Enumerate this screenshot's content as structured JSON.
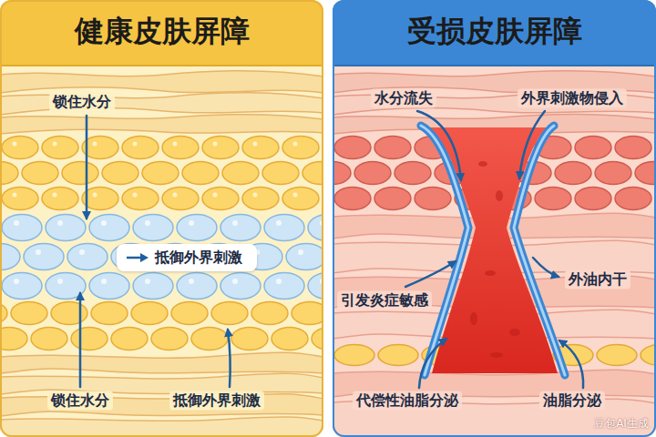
{
  "diagram": {
    "nodes": [
      {
        "text": [
          "健康皮肤屏障"
        ]
      },
      {
        "text": [
          "受损皮肤屏障"
        ]
      },
      {
        "text": [
          "抵御外界刺激"
        ],
        "in": 0
      }
    ],
    "labels": [
      "锁住水分",
      "锁住水分",
      "抵御外界刺激",
      "水分流失",
      "外界刺激物侵入",
      "引发炎症敏感",
      "外油内干",
      "代偿性油脂分泌",
      "油脂分泌",
      "豆包AI生成"
    ]
  }
}
